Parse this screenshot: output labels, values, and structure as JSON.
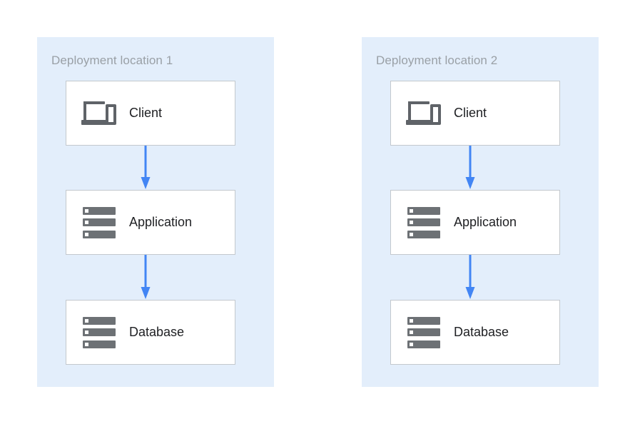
{
  "diagram": {
    "type": "architecture-flow",
    "background_color": "#ffffff",
    "panel_color": "#e3eefb",
    "arrow_color": "#4285f4",
    "icon_color": "#5f6368",
    "box_border_color": "#c3c8cd",
    "title_color": "#9aa0a6",
    "label_color": "#202124",
    "panels": [
      {
        "title": "Deployment location 1",
        "nodes": [
          {
            "label": "Client",
            "icon": "client-devices-icon"
          },
          {
            "label": "Application",
            "icon": "server-stack-icon"
          },
          {
            "label": "Database",
            "icon": "server-stack-icon"
          }
        ],
        "edges": [
          {
            "from": "Client",
            "to": "Application",
            "direction": "down"
          },
          {
            "from": "Application",
            "to": "Database",
            "direction": "down"
          }
        ]
      },
      {
        "title": "Deployment location 2",
        "nodes": [
          {
            "label": "Client",
            "icon": "client-devices-icon"
          },
          {
            "label": "Application",
            "icon": "server-stack-icon"
          },
          {
            "label": "Database",
            "icon": "server-stack-icon"
          }
        ],
        "edges": [
          {
            "from": "Client",
            "to": "Application",
            "direction": "down"
          },
          {
            "from": "Application",
            "to": "Database",
            "direction": "down"
          }
        ]
      }
    ]
  }
}
